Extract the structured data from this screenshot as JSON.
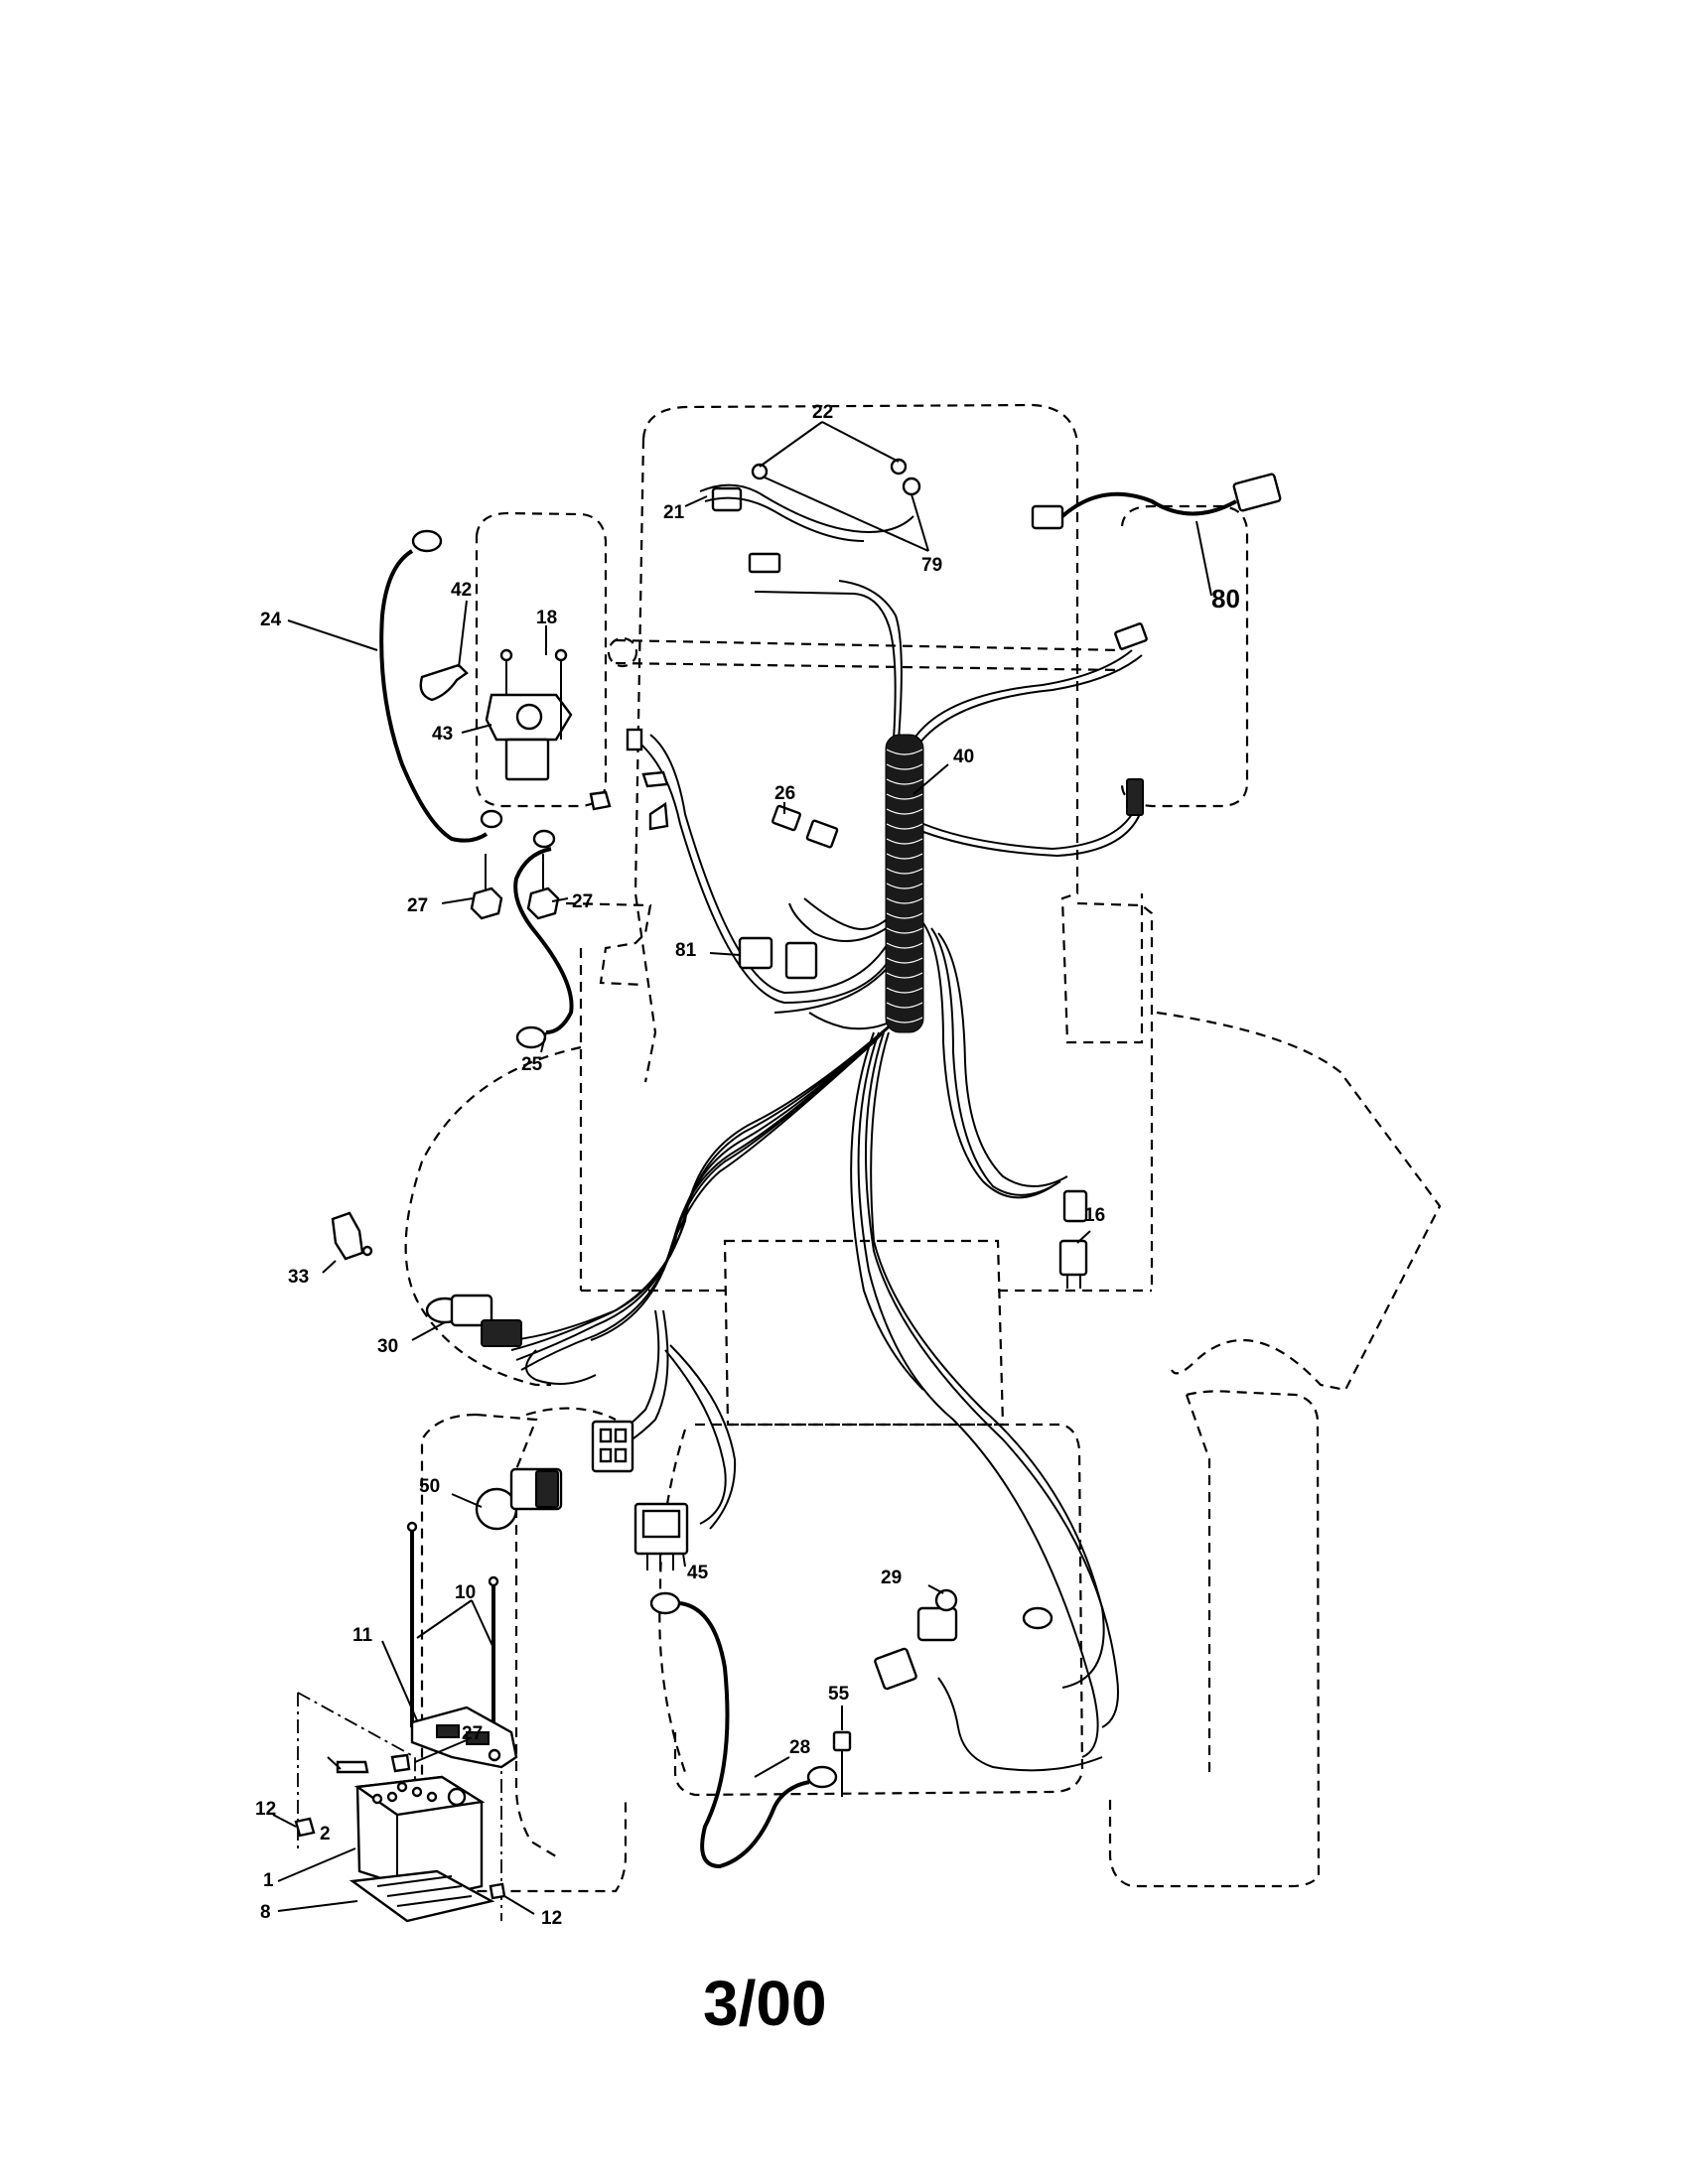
{
  "diagram": {
    "footer_date": "3/00",
    "callouts": {
      "c1": "1",
      "c2": "2",
      "c8": "8",
      "c10": "10",
      "c11": "11",
      "c12a": "12",
      "c12b": "12",
      "c16": "16",
      "c18": "18",
      "c21": "21",
      "c22": "22",
      "c24": "24",
      "c25": "25",
      "c26": "26",
      "c27a": "27",
      "c27b": "27",
      "c27c": "27",
      "c28": "28",
      "c29": "29",
      "c30": "30",
      "c33": "33",
      "c40": "40",
      "c42": "42",
      "c43": "43",
      "c45": "45",
      "c50": "50",
      "c55": "55",
      "c79": "79",
      "c80": "80",
      "c81": "81"
    }
  }
}
